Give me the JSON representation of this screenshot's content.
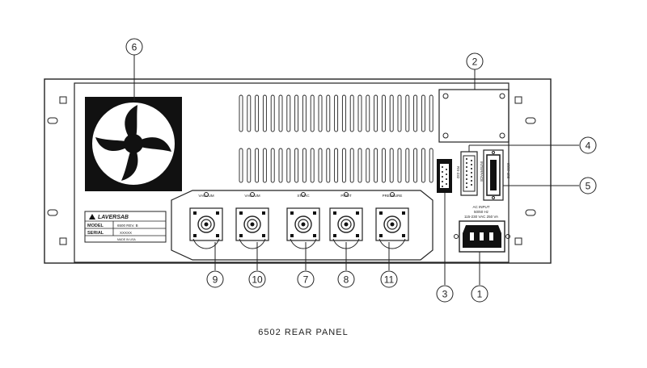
{
  "drawing": {
    "caption": "6502 REAR PANEL",
    "callouts": [
      "1",
      "2",
      "3",
      "4",
      "5",
      "6",
      "7",
      "8",
      "9",
      "10",
      "11"
    ],
    "ports": [
      {
        "label": "VACUUM"
      },
      {
        "label": "VACUUM"
      },
      {
        "label": "STATIC"
      },
      {
        "label": "PITOT"
      },
      {
        "label": "PRESSURE"
      }
    ],
    "nameplate": {
      "brand": "LAVERSAB",
      "model_label": "MODEL",
      "model_value": "6500 REV. B",
      "serial_label": "SERIAL",
      "serial_value": "XXXXX",
      "footer": "MADE IN USA"
    },
    "connectors": {
      "rs232": "RS-232",
      "gpib": "IEEE-488",
      "interface": "INTERFACE"
    },
    "ac_input": {
      "line1": "AC INPUT",
      "line2": "50/60 Hz",
      "line3": "115-230 VAC 250 VA"
    },
    "colors": {
      "line": "#222222",
      "fan": "#111111"
    }
  }
}
